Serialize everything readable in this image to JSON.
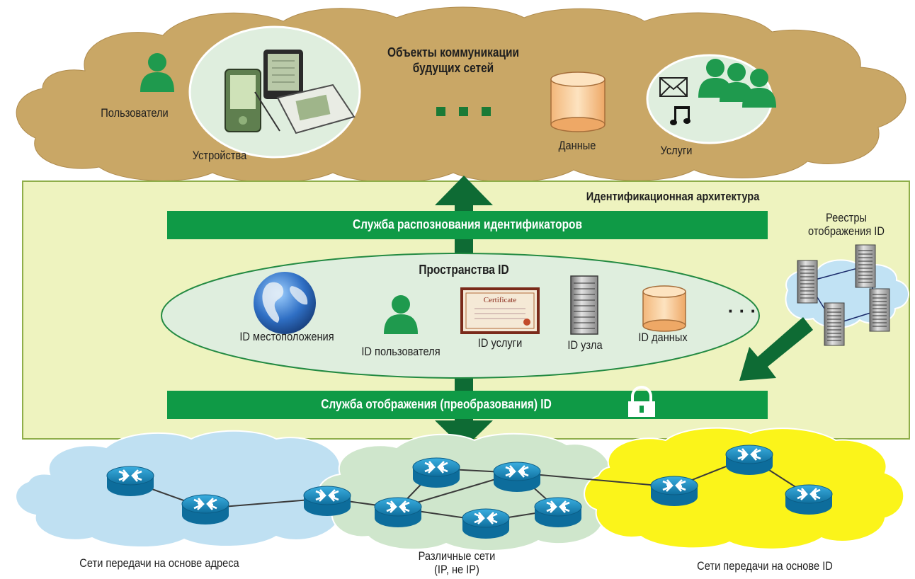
{
  "top_cloud": {
    "title_line1": "Объекты коммуникации",
    "title_line2": "будущих сетей",
    "users": "Пользователи",
    "devices": "Устройства",
    "data": "Данные",
    "services": "Услуги",
    "ellipsis": "▪ ▪ ▪"
  },
  "architecture": {
    "title": "Идентификационная архитектура",
    "recognition_service": "Служба распознования идентификаторов",
    "mapping_service": "Служба отображения (преобразования) ID",
    "registries_line1": "Реестры",
    "registries_line2": "отображения ID"
  },
  "id_spaces": {
    "title": "Пространства ID",
    "location": "ID местоположения",
    "user": "ID пользователя",
    "service": "ID услуги",
    "node": "ID узла",
    "data": "ID данных",
    "ellipsis": "· · ·",
    "certificate": "Certificate"
  },
  "networks": {
    "address_based": "Сети передачи на основе адреса",
    "various_line1": "Различные сети",
    "various_line2": "(IP, не IP)",
    "id_based": "Сети передачи на основе ID"
  },
  "colors": {
    "top_cloud": "#c9a766",
    "arch_panel": "#eef3bf",
    "green_bar": "#0f9a46",
    "dark_arrow": "#0e6b34",
    "person": "#1f9a4e",
    "blue_cloud": "#bfe0f2",
    "green_cloud": "#cfe6cc",
    "yellow_cloud": "#fbf41a",
    "router": "#1c8cc4"
  }
}
